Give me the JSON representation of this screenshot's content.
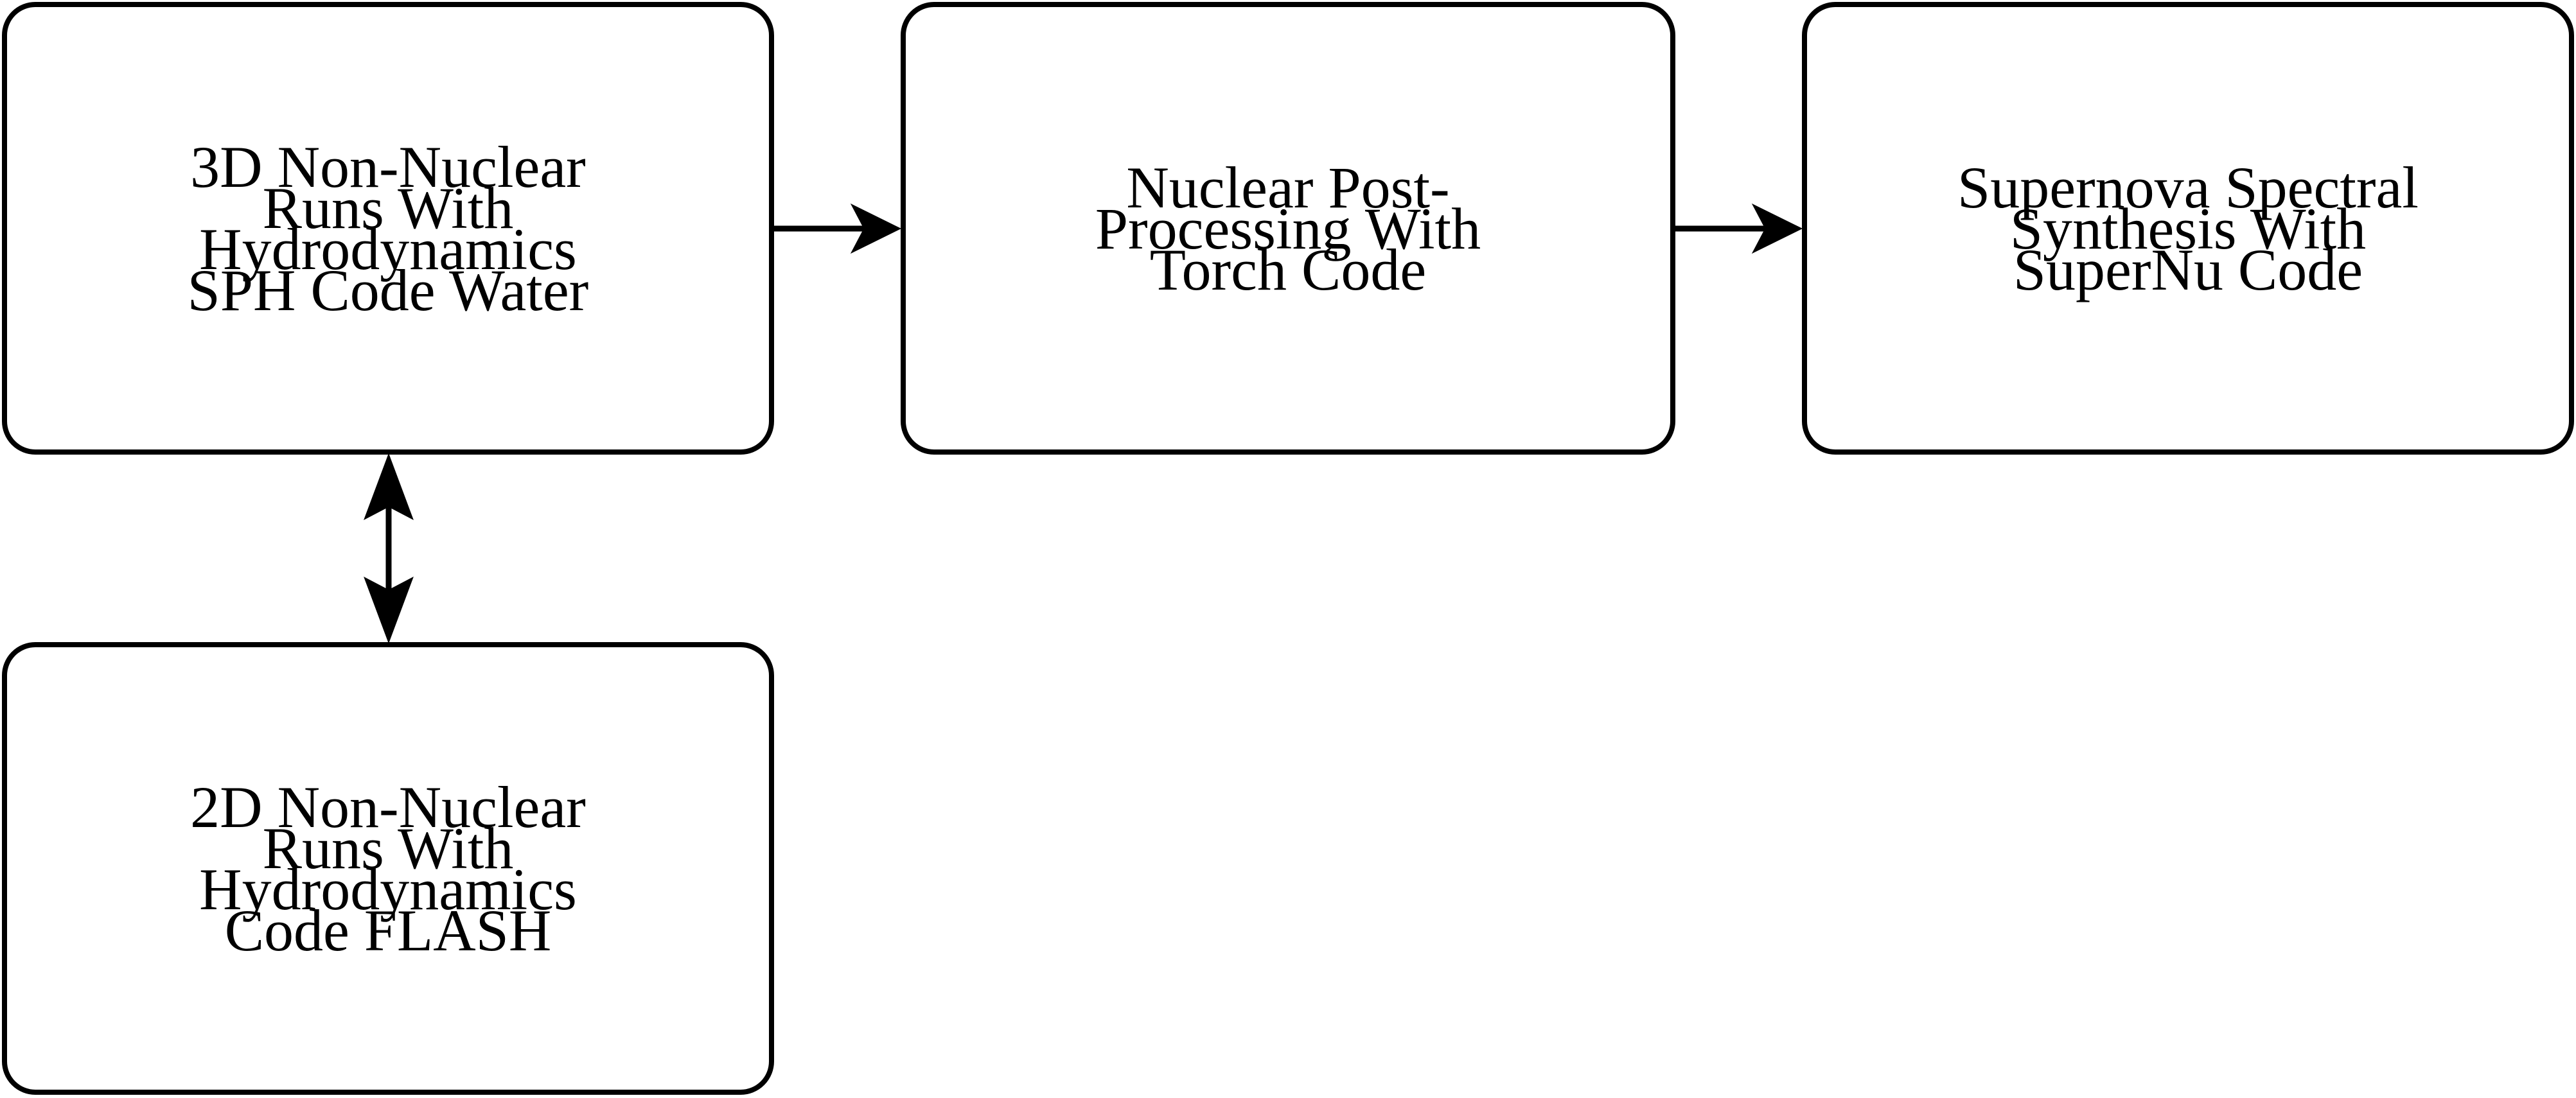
{
  "diagram": {
    "title": "Supernova simulation pipeline flowchart",
    "background_color": "#ffffff",
    "stroke_color": "#000000",
    "nodes": [
      {
        "id": "3d-runs",
        "label": "3D Non-Nuclear\nRuns With\nHydrodynamics\nSPH Code Water",
        "shape": "rounded-rectangle"
      },
      {
        "id": "post-processing",
        "label": "Nuclear Post-\nProcessing With\nTorch Code",
        "shape": "rounded-rectangle"
      },
      {
        "id": "spectral-synthesis",
        "label": "Supernova Spectral\nSynthesis With\nSuperNu Code",
        "shape": "rounded-rectangle"
      },
      {
        "id": "2d-runs",
        "label": "2D Non-Nuclear\nRuns With\nHydrodynamics\nCode FLASH",
        "shape": "rounded-rectangle"
      }
    ],
    "edges": [
      {
        "id": "3d-to-post",
        "from": "3d-runs",
        "to": "post-processing",
        "direction": "forward",
        "label": ""
      },
      {
        "id": "post-to-spn",
        "from": "post-processing",
        "to": "spectral-synthesis",
        "direction": "forward",
        "label": ""
      },
      {
        "id": "3d-to-2d",
        "from": "3d-runs",
        "to": "2d-runs",
        "direction": "bidirectional",
        "label": ""
      }
    ]
  }
}
